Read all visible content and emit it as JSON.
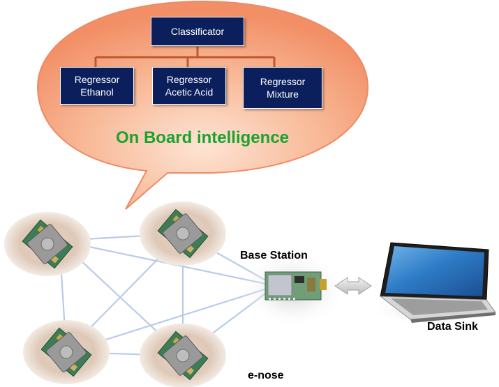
{
  "colors": {
    "bubble_fill": "#f6a37a",
    "bubble_stroke": "#ee8b66",
    "box_fill": "#0b1f5c",
    "tree_line": "#c0572e",
    "title_green": "#1aa32f",
    "network_line": "#b9cbe9"
  },
  "bubble": {
    "classificator": "Classificator",
    "regressors": [
      {
        "line1": "Regressor",
        "line2": "Ethanol"
      },
      {
        "line1": "Regressor",
        "line2": "Acetic Acid"
      },
      {
        "line1": "Regressor",
        "line2": "Mixture"
      }
    ],
    "title": "On Board intelligence"
  },
  "labels": {
    "base_station": "Base Station",
    "data_sink": "Data Sink",
    "enose": "e-nose"
  }
}
